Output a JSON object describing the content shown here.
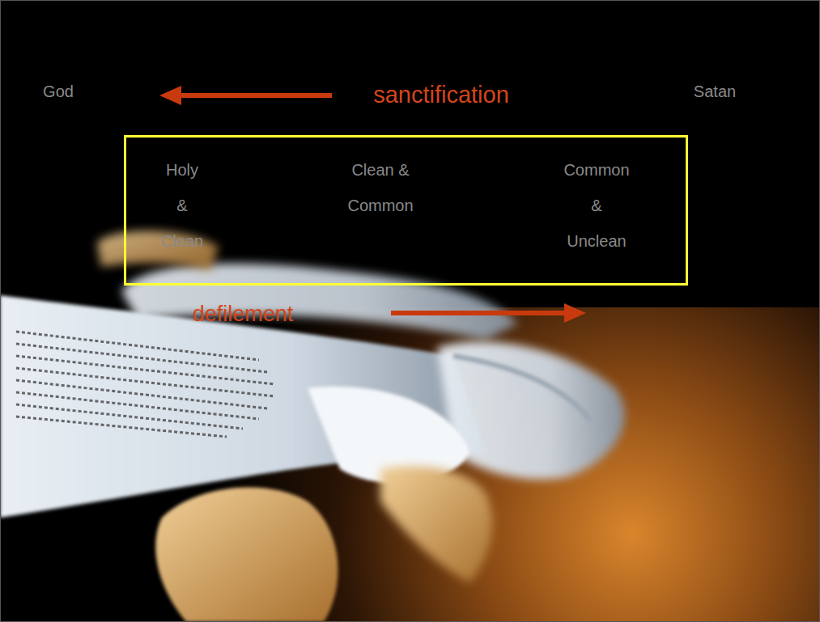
{
  "diagram": {
    "nodes": [
      {
        "text": [
          "Holy & Clean",
          "Clean & Common",
          "Common & Unclean"
        ]
      }
    ],
    "labels": [
      "God",
      "sanctification",
      "Satan",
      "defilement"
    ]
  }
}
